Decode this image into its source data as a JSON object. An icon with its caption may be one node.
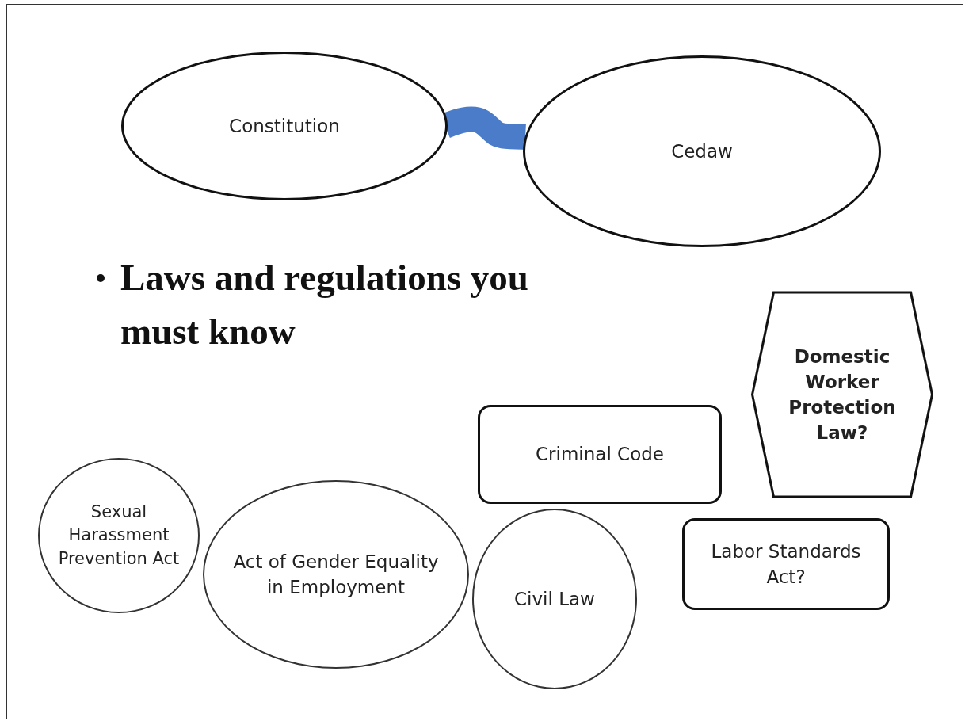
{
  "diagram": {
    "title": "Laws and regulations you must know",
    "nodes": [
      {
        "text": [
          "Constitution"
        ]
      },
      {
        "text": [
          "Cedaw"
        ]
      },
      {
        "text": [
          "Domestic Worker Protection Law?"
        ]
      },
      {
        "text": [
          "Criminal Code"
        ]
      },
      {
        "text": [
          "Sexual Harassment Prevention Act"
        ]
      },
      {
        "text": [
          "Act of Gender Equality in Employment"
        ]
      },
      {
        "text": [
          "Civil Law"
        ]
      },
      {
        "text": [
          "Labor Standards Act?"
        ]
      }
    ],
    "edges": [
      {
        "from": 0,
        "to": 1,
        "arrow": "none",
        "color": "#4a7cc9"
      }
    ]
  }
}
